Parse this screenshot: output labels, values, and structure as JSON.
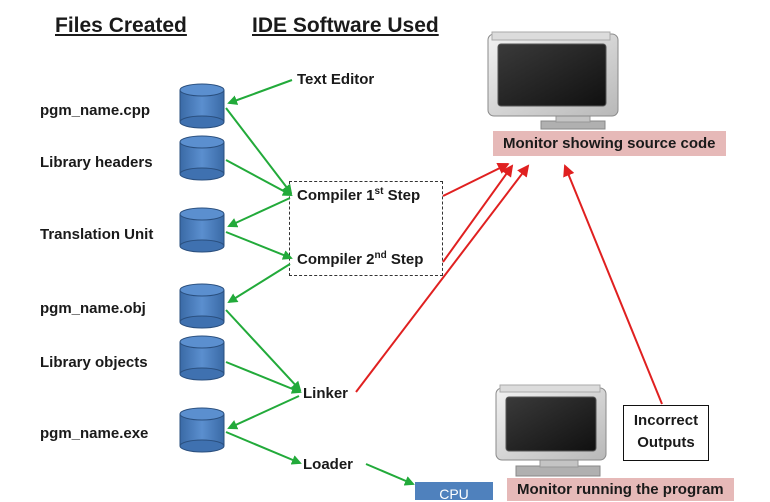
{
  "headings": {
    "files_created": "Files Created",
    "ide_software": "IDE Software Used"
  },
  "files": [
    "pgm_name.cpp",
    "Library headers",
    "Translation Unit",
    "pgm_name.obj",
    "Library objects",
    "pgm_name.exe"
  ],
  "steps": {
    "text_editor": "Text Editor",
    "compiler1_prefix": "Compiler 1",
    "compiler1_sup": "st",
    "compiler1_suffix": " Step",
    "compiler2_prefix": "Compiler 2",
    "compiler2_sup": "nd",
    "compiler2_suffix": " Step",
    "linker": "Linker",
    "loader": "Loader"
  },
  "monitor_source_label": "Monitor showing source code",
  "monitor_running_label": "Monitor running  the program",
  "incorrect_line1": "Incorrect",
  "incorrect_line2": "Outputs",
  "cpu_label": "CPU",
  "colors": {
    "cylinder_fill": "#4f81bd",
    "cylinder_stroke": "#2a4f7e",
    "green_arrow": "#22aa3a",
    "red_arrow": "#e02020",
    "pink_box": "#e6b9b8"
  }
}
